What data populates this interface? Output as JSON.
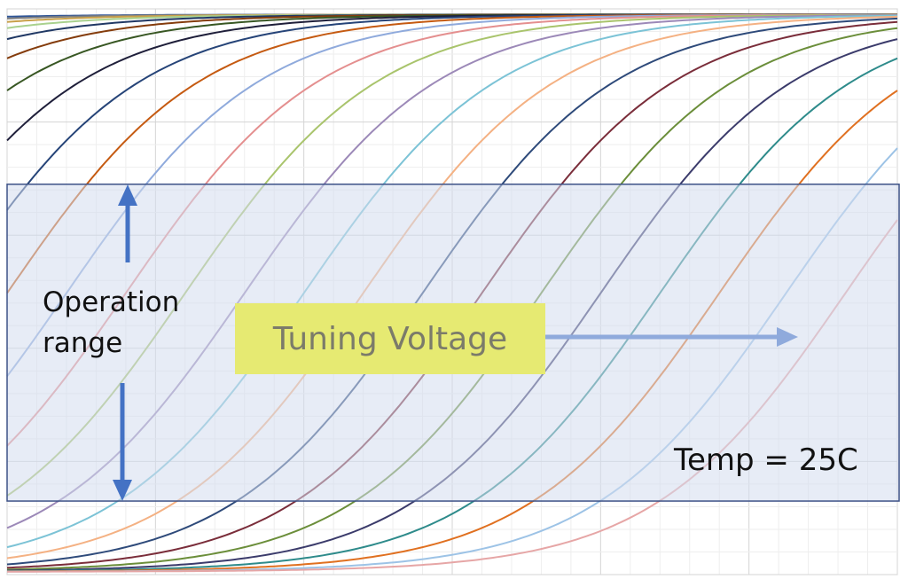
{
  "chart_data": {
    "type": "line",
    "title": "",
    "xlabel": "Tuning Voltage",
    "ylabel": "",
    "xlim": [
      0,
      6
    ],
    "ylim": [
      0,
      1
    ],
    "grid": true,
    "curve_model": "logistic",
    "curve_steepness": 0.65,
    "series_midpoints": [
      -3.6,
      -3.2,
      -2.8,
      -2.4,
      -2.0,
      -1.6,
      -1.2,
      -0.8,
      -0.4,
      0.0,
      0.4,
      0.8,
      1.2,
      1.6,
      2.0,
      2.4,
      2.8,
      3.2,
      3.6,
      4.0,
      4.4,
      4.8,
      5.25,
      5.65
    ],
    "series_colors": [
      "#2f5597",
      "#7f7f7f",
      "#c9a14a",
      "#a9d18e",
      "#203864",
      "#843c0c",
      "#385723",
      "#1f1f3a",
      "#264478",
      "#c55a11",
      "#8faadc",
      "#e48f8f",
      "#a9c46c",
      "#9c89b8",
      "#7cc3d6",
      "#f4b183",
      "#2e4a7a",
      "#7a2d3a",
      "#6b8e3a",
      "#3b3b6b",
      "#2e8b8b",
      "#e07020",
      "#9dc3e6",
      "#e6a6a6"
    ],
    "annotations": {
      "operation_range_label": [
        "Operation",
        "range"
      ],
      "tuning_voltage_label": "Tuning Voltage",
      "temp_label": "Temp = 25C"
    },
    "operation_range": [
      0.13,
      0.69
    ]
  }
}
